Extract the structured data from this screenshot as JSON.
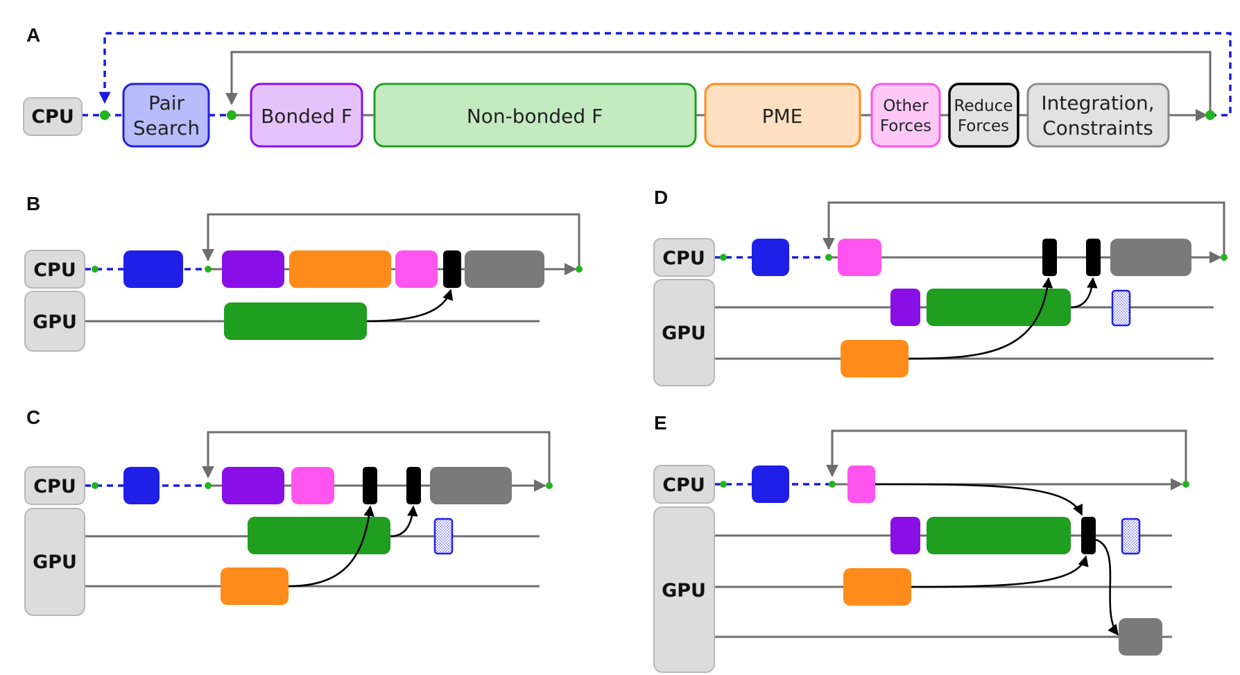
{
  "panels": {
    "a": {
      "label": "A",
      "cpu": "CPU",
      "stages": {
        "pair_search": [
          "Pair",
          "Search"
        ],
        "bonded": "Bonded F",
        "nonbonded": "Non-bonded F",
        "pme": "PME",
        "other_forces": [
          "Other",
          "Forces"
        ],
        "reduce_forces": [
          "Reduce",
          "Forces"
        ],
        "integration": [
          "Integration,",
          "Constraints"
        ]
      }
    },
    "b": {
      "label": "B",
      "cpu": "CPU",
      "gpu": "GPU"
    },
    "c": {
      "label": "C",
      "cpu": "CPU",
      "gpu": "GPU"
    },
    "d": {
      "label": "D",
      "cpu": "CPU",
      "gpu": "GPU"
    },
    "e": {
      "label": "E",
      "cpu": "CPU",
      "gpu": "GPU"
    }
  },
  "colors": {
    "pair_search": "#1f1fe8",
    "bonded": "#8a0ee6",
    "nonbonded": "#1f9e1f",
    "pme": "#ff8c1a",
    "other_forces": "#ff55ee",
    "reduce_forces": "#000000",
    "integration": "#7a7a7a",
    "device_box": "#dcdcdc"
  }
}
